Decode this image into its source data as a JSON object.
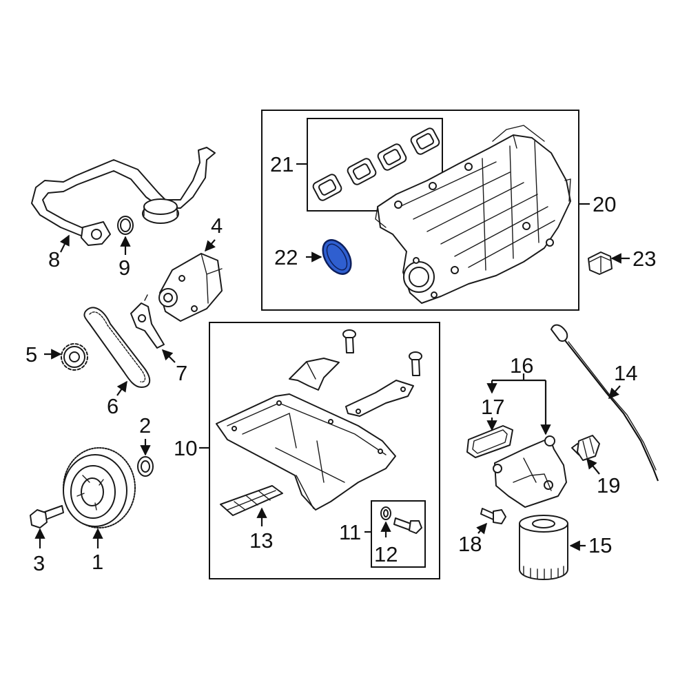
{
  "colors": {
    "highlight_fill": "#2f5fd0",
    "highlight_stroke": "#0d1f5c",
    "line": "#111111",
    "background": "#ffffff"
  },
  "callouts": {
    "c1": "1",
    "c2": "2",
    "c3": "3",
    "c4": "4",
    "c5": "5",
    "c6": "6",
    "c7": "7",
    "c8": "8",
    "c9": "9",
    "c10": "10",
    "c11": "11",
    "c12": "12",
    "c13": "13",
    "c14": "14",
    "c15": "15",
    "c16": "16",
    "c17": "17",
    "c18": "18",
    "c19": "19",
    "c20": "20",
    "c21": "21",
    "c22": "22",
    "c23": "23"
  },
  "highlighted_part": "22"
}
